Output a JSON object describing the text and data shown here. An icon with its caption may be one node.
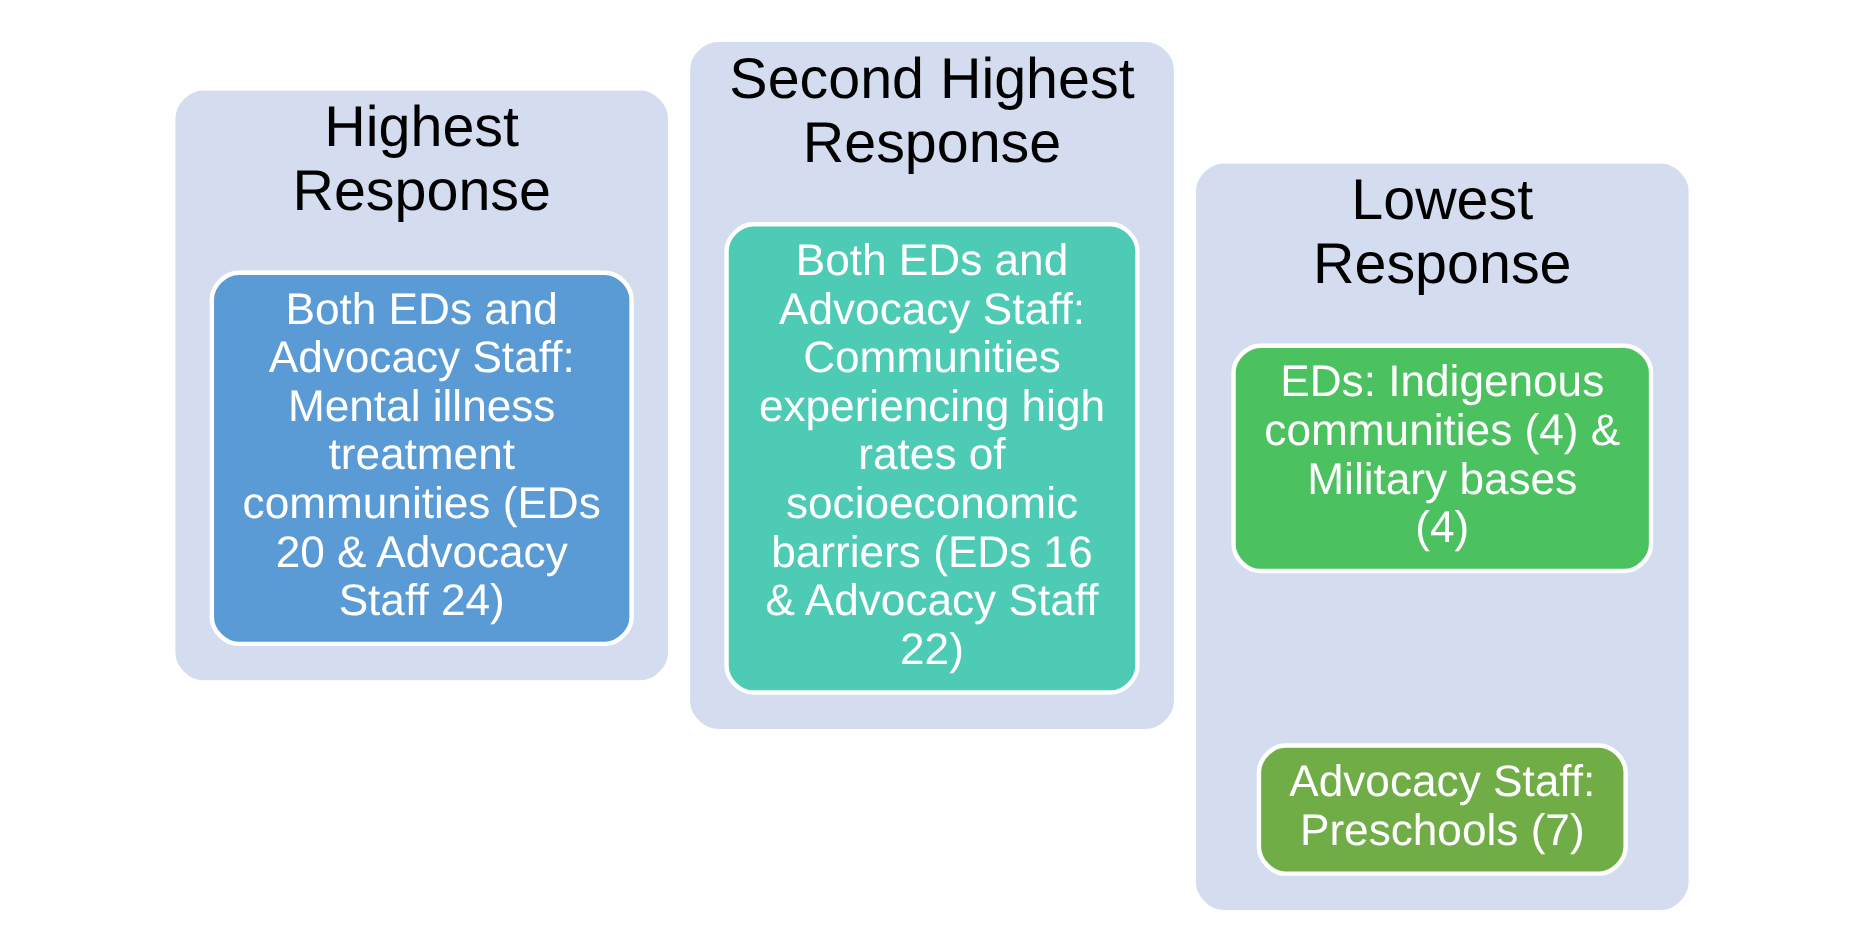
{
  "diagram": {
    "nodes": [
      {
        "text": [
          "Highest Response"
        ]
      },
      {
        "text": [
          "Both EDs and Advocacy Staff: Mental illness treatment communities (EDs 20 & Advocacy Staff 24)"
        ],
        "in": 0
      },
      {
        "text": [
          "Second Highest Response"
        ]
      },
      {
        "text": [
          "Both EDs and Advocacy Staff: Communities experiencing high rates of socioeconomic barriers (EDs 16 & Advocacy Staff 22)"
        ],
        "in": 2
      },
      {
        "text": [
          "Lowest Response"
        ]
      },
      {
        "text": [
          "EDs: Indigenous communities (4) & Military bases (4)"
        ],
        "in": 4
      },
      {
        "text": [
          "Advocacy Staff: Preschools (7)"
        ],
        "in": 4
      }
    ]
  }
}
